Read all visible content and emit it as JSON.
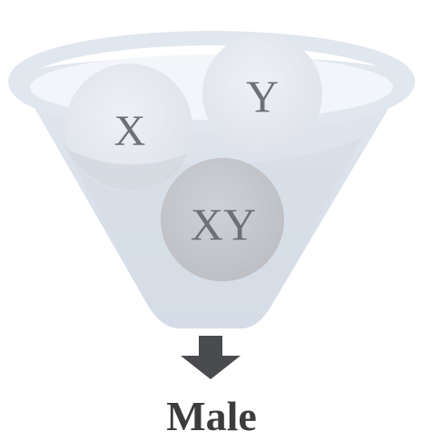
{
  "diagram": {
    "balls": {
      "x": "X",
      "y": "Y",
      "xy": "XY"
    },
    "output_label": "Male",
    "colors": {
      "funnel_body": "#d9e0ea",
      "funnel_rim": "#e4e9f0",
      "ball_light": "#e6e8ef",
      "ball_dark": "#c6c8cd",
      "label": "#6f7076",
      "arrow": "#4a4b4e",
      "output_text": "#3c3c3e"
    },
    "icons": {
      "arrow": "arrow-down-icon",
      "funnel": "funnel-icon"
    }
  }
}
